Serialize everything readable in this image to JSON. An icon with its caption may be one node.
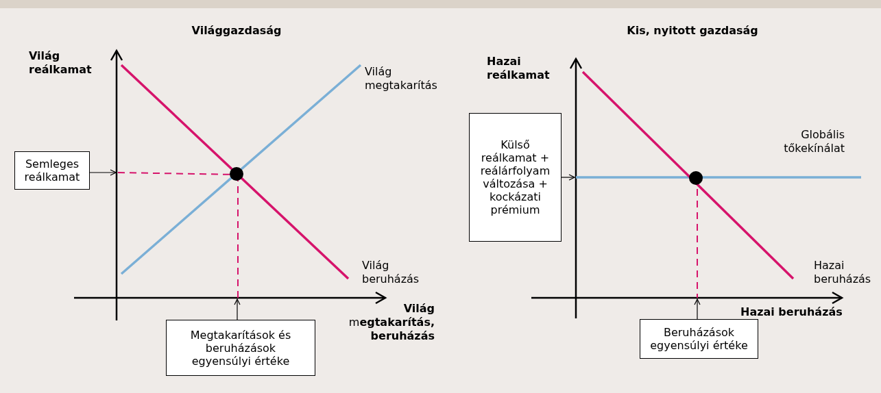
{
  "diagram": {
    "nodes": [
      {
        "text": [
          "Semleges reálkamat"
        ]
      },
      {
        "text": [
          "Megtakarítások és beruházások egyensúlyi értéke"
        ]
      },
      {
        "text": [
          "Külső reálkamat + reálárfolyam változása + kockázati prémium"
        ]
      },
      {
        "text": [
          "Beruházások egyensúlyi értéke"
        ]
      }
    ],
    "edges": [
      {
        "from": 0,
        "to": null,
        "arrow": "to"
      },
      {
        "from": 1,
        "to": null,
        "arrow": "to"
      },
      {
        "from": 2,
        "to": null,
        "arrow": "to"
      },
      {
        "from": 3,
        "to": null,
        "arrow": "to"
      }
    ],
    "labels": [
      "Világgazdaság",
      "Kis, nyitott gazdaság",
      "Világ reálkamat",
      "Világ megtakarítás",
      "Hazai reálkamat",
      "Globális tőkekínálat",
      "Világ beruházás",
      "Hazai beruházás",
      "**Világ** m**egtakarítás, beruházás**",
      "Hazai beruházás"
    ]
  }
}
